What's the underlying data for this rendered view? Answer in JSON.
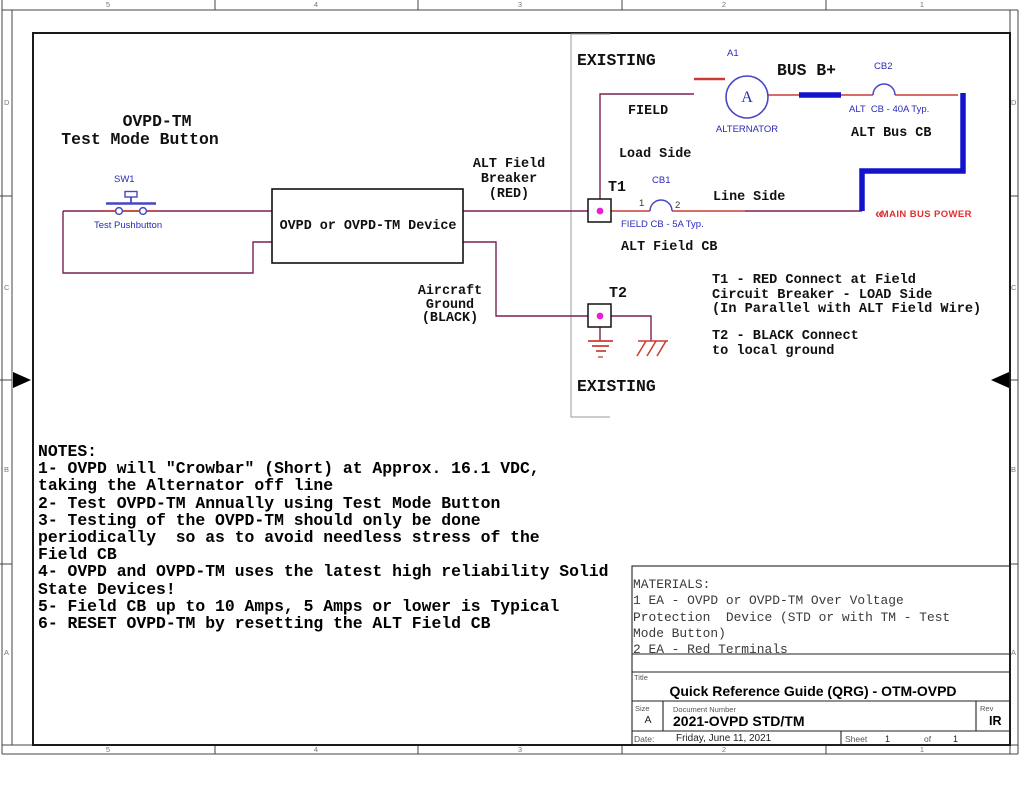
{
  "sheet": {
    "zones_top": [
      "5",
      "4",
      "3",
      "2",
      "1"
    ],
    "zones_bottom": [
      "5",
      "4",
      "3",
      "2",
      "1"
    ],
    "zones_left": [
      "D",
      "C",
      "B",
      "A"
    ],
    "zones_right": [
      "D",
      "C",
      "B",
      "A"
    ]
  },
  "schematic": {
    "heading_line1": "OVPD-TM",
    "heading_line2": "Test Mode Button",
    "sw1": "SW1",
    "test_pushbutton": "Test Pushbutton",
    "device_label": "OVPD or OVPD-TM Device",
    "alt_field_breaker": "ALT Field\nBreaker\n(RED)",
    "aircraft_ground": "Aircraft\nGround\n(BLACK)",
    "existing_top": "EXISTING",
    "existing_bottom": "EXISTING",
    "field": "FIELD",
    "load_side": "Load Side",
    "line_side": "Line Side",
    "t1": "T1",
    "t2": "T2",
    "a1": "A1",
    "cb1": "CB1",
    "cb2": "CB2",
    "alternator_letter": "A",
    "alternator": "ALTERNATOR",
    "bus_b_plus": "BUS B+",
    "alt_cb_40a": "ALT  CB - 40A Typ.",
    "alt_bus_cb": "ALT Bus CB",
    "field_cb_5a": "FIELD CB - 5A Typ.",
    "alt_field_cb": "ALT Field CB",
    "pin1": "1",
    "pin2": "2",
    "main_bus_power_chevron": "«",
    "main_bus_power": "MAIN BUS POWER",
    "t1_note": "T1 - RED Connect at Field\nCircuit Breaker - LOAD Side\n(In Parallel with ALT Field Wire)",
    "t2_note": "T2 - BLACK Connect\nto local ground"
  },
  "notes": [
    "NOTES:",
    "1- OVPD will \"Crowbar\" (Short) at Approx. 16.1 VDC,",
    "taking the Alternator off line",
    "2- Test OVPD-TM Annually using Test Mode Button",
    "3- Testing of the OVPD-TM should only be done",
    "periodically  so as to avoid needless stress of the",
    "Field CB",
    "4- OVPD and OVPD-TM uses the latest high reliability Solid",
    "State Devices!",
    "5- Field CB up to 10 Amps, 5 Amps or lower is Typical",
    "6- RESET OVPD-TM by resetting the ALT Field CB"
  ],
  "materials": [
    "MATERIALS:",
    "1 EA - OVPD or OVPD-TM Over Voltage",
    "Protection  Device (STD or with TM - Test",
    "Mode Button)",
    "2 EA - Red Terminals"
  ],
  "title_block": {
    "title_label": "Title",
    "title": "Quick Reference Guide (QRG) - OTM-OVPD",
    "size_label": "Size",
    "size": "A",
    "doc_label": "Document Number",
    "doc_number": "2021-OVPD STD/TM",
    "rev_label": "Rev",
    "rev": "IR",
    "date_label": "Date:",
    "date": "Friday, June 11, 2021",
    "sheet_label": "Sheet",
    "sheet_num": "1",
    "of_label": "of",
    "sheet_total": "1"
  },
  "colors": {
    "wire_maroon": "#7b2150",
    "wire_red": "#cc3b33",
    "bus_blue": "#1313cc",
    "symbol_blue": "#4747c2",
    "label_blue": "#2a2ab8",
    "terminal_magenta": "#e61ed5",
    "callout_red": "#e03030"
  }
}
